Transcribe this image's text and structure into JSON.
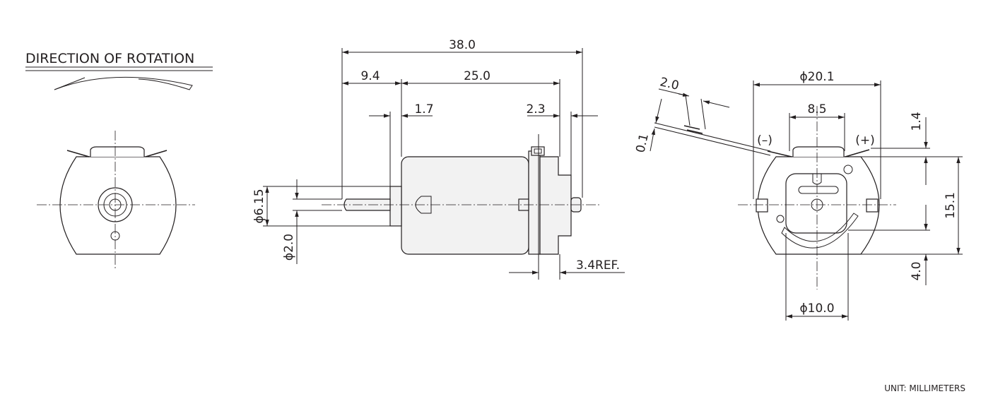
{
  "title": "DIRECTION OF ROTATION",
  "unit_note": "UNIT: MILLIMETERS",
  "dimensions": {
    "overall_length": "38.0",
    "shaft_length": "9.4",
    "body_length": "25.0",
    "flange": "1.7",
    "rear_boss": "2.3",
    "ref": "3.4REF.",
    "shaft_dia_large": "ϕ6.15",
    "shaft_dia_small": "ϕ2.0",
    "terminal_offset": "0.1",
    "terminal_width": "2.0",
    "body_dia": "ϕ20.1",
    "terminal_pitch": "8.5",
    "terminal_height": "1.4",
    "body_height": "15.1",
    "bottom_offset": "4.0",
    "bore_dia": "ϕ10.0"
  },
  "polarity": {
    "negative": "(–)",
    "positive": "(+)"
  }
}
